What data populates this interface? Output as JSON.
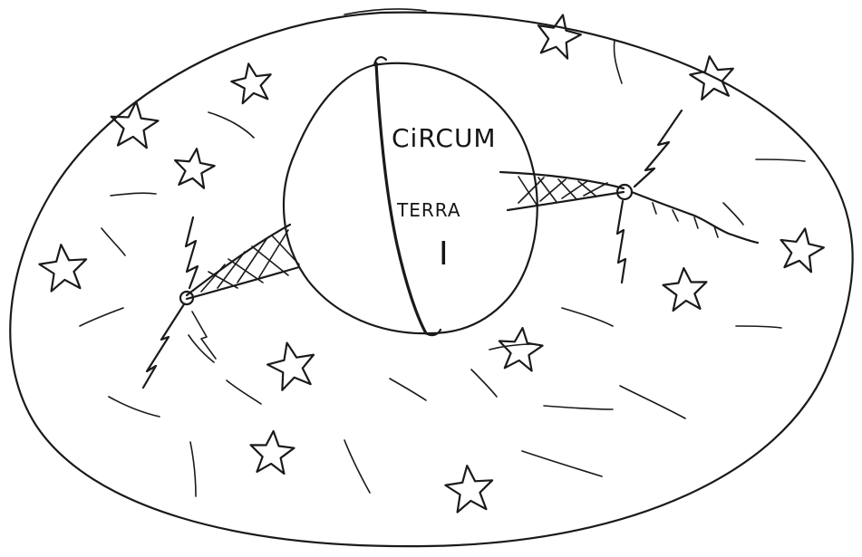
{
  "sketch": {
    "label_line1": "CiRCUM",
    "label_line2": "TERRA",
    "label_line3": "I"
  },
  "colors": {
    "paper": "#ffffff",
    "ink": "#1a1a1a"
  },
  "icons": [
    "star-icon",
    "lightning-bolt-icon",
    "satellite-icon"
  ]
}
